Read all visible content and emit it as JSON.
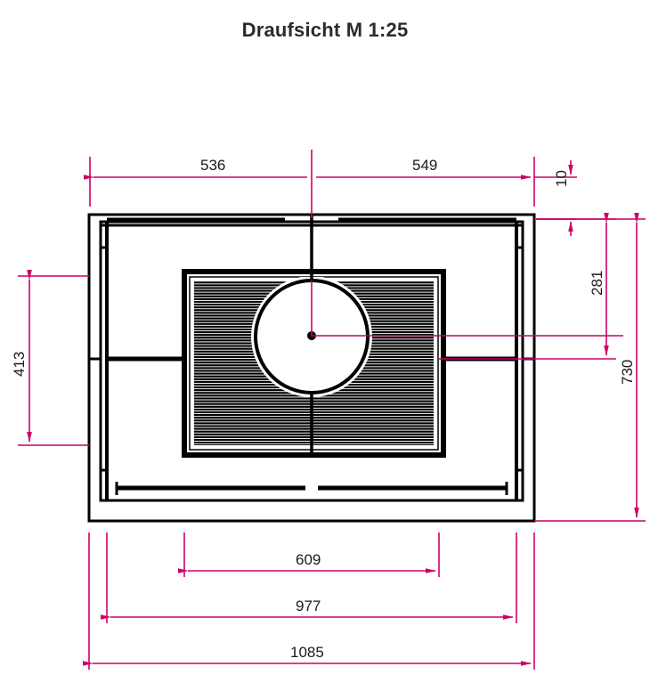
{
  "document": {
    "title": "Draufsicht M 1:25",
    "view_name": "Draufsicht",
    "scale_label": "M 1:25",
    "units": "mm",
    "drawing_type": "technical-plan-view"
  },
  "colors": {
    "dimension": "#CC0066",
    "geometry": "#000000",
    "title_text": "#2b2b2b",
    "dimension_text": "#1a1a1a",
    "background": "#FFFFFF"
  },
  "dimensions": {
    "top": [
      {
        "id": "top-536",
        "value": "536",
        "orientation": "horizontal"
      },
      {
        "id": "top-549",
        "value": "549",
        "orientation": "horizontal"
      },
      {
        "id": "top-right-10",
        "value": "10",
        "orientation": "vertical"
      }
    ],
    "right": [
      {
        "id": "right-281",
        "value": "281",
        "orientation": "vertical"
      },
      {
        "id": "right-730",
        "value": "730",
        "orientation": "vertical"
      }
    ],
    "left": [
      {
        "id": "left-413",
        "value": "413",
        "orientation": "vertical"
      }
    ],
    "bottom": [
      {
        "id": "bottom-609",
        "value": "609",
        "orientation": "horizontal"
      },
      {
        "id": "bottom-977",
        "value": "977",
        "orientation": "horizontal"
      },
      {
        "id": "bottom-1085",
        "value": "1085",
        "orientation": "horizontal"
      }
    ]
  },
  "geometry": {
    "outer_frame_label": "outer-housing",
    "inner_box_label": "burner-tray",
    "circle_label": "flue-outlet",
    "center_mark_label": "center-point",
    "hatch_label": "fuel-bed-hatching"
  }
}
